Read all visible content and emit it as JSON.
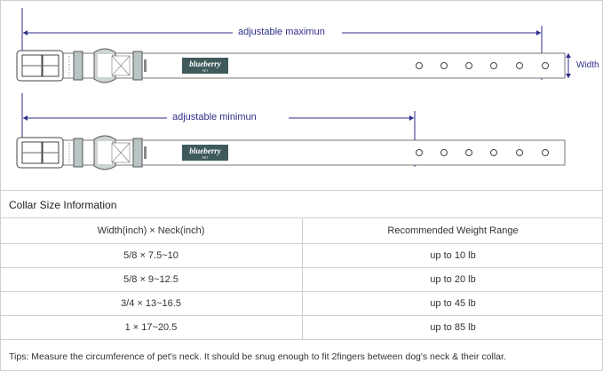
{
  "diagram": {
    "max_label": "adjustable maximun",
    "min_label": "adjustable minimun",
    "width_label": "Width",
    "brand_text": "blueberry",
    "brand_sub": "PET",
    "colors": {
      "arrow": "#2e2e8a",
      "brand": "#3f5a5a",
      "keeper": "#b9c4c4"
    }
  },
  "table": {
    "caption": "Collar Size Information",
    "headers": [
      "Width(inch)  ×  Neck(inch)",
      "Recommended Weight Range"
    ],
    "rows": [
      [
        "5/8 × 7.5~10",
        "up to 10 lb"
      ],
      [
        "5/8 × 9~12.5",
        "up to 20 lb"
      ],
      [
        "3/4 × 13~16.5",
        "up to 45 lb"
      ],
      [
        "1 × 17~20.5",
        "up to 85 lb"
      ]
    ],
    "tips": "Tips: Measure the circumference of pet's neck. It should be snug enough to fit 2fingers between dog's neck & their collar."
  }
}
